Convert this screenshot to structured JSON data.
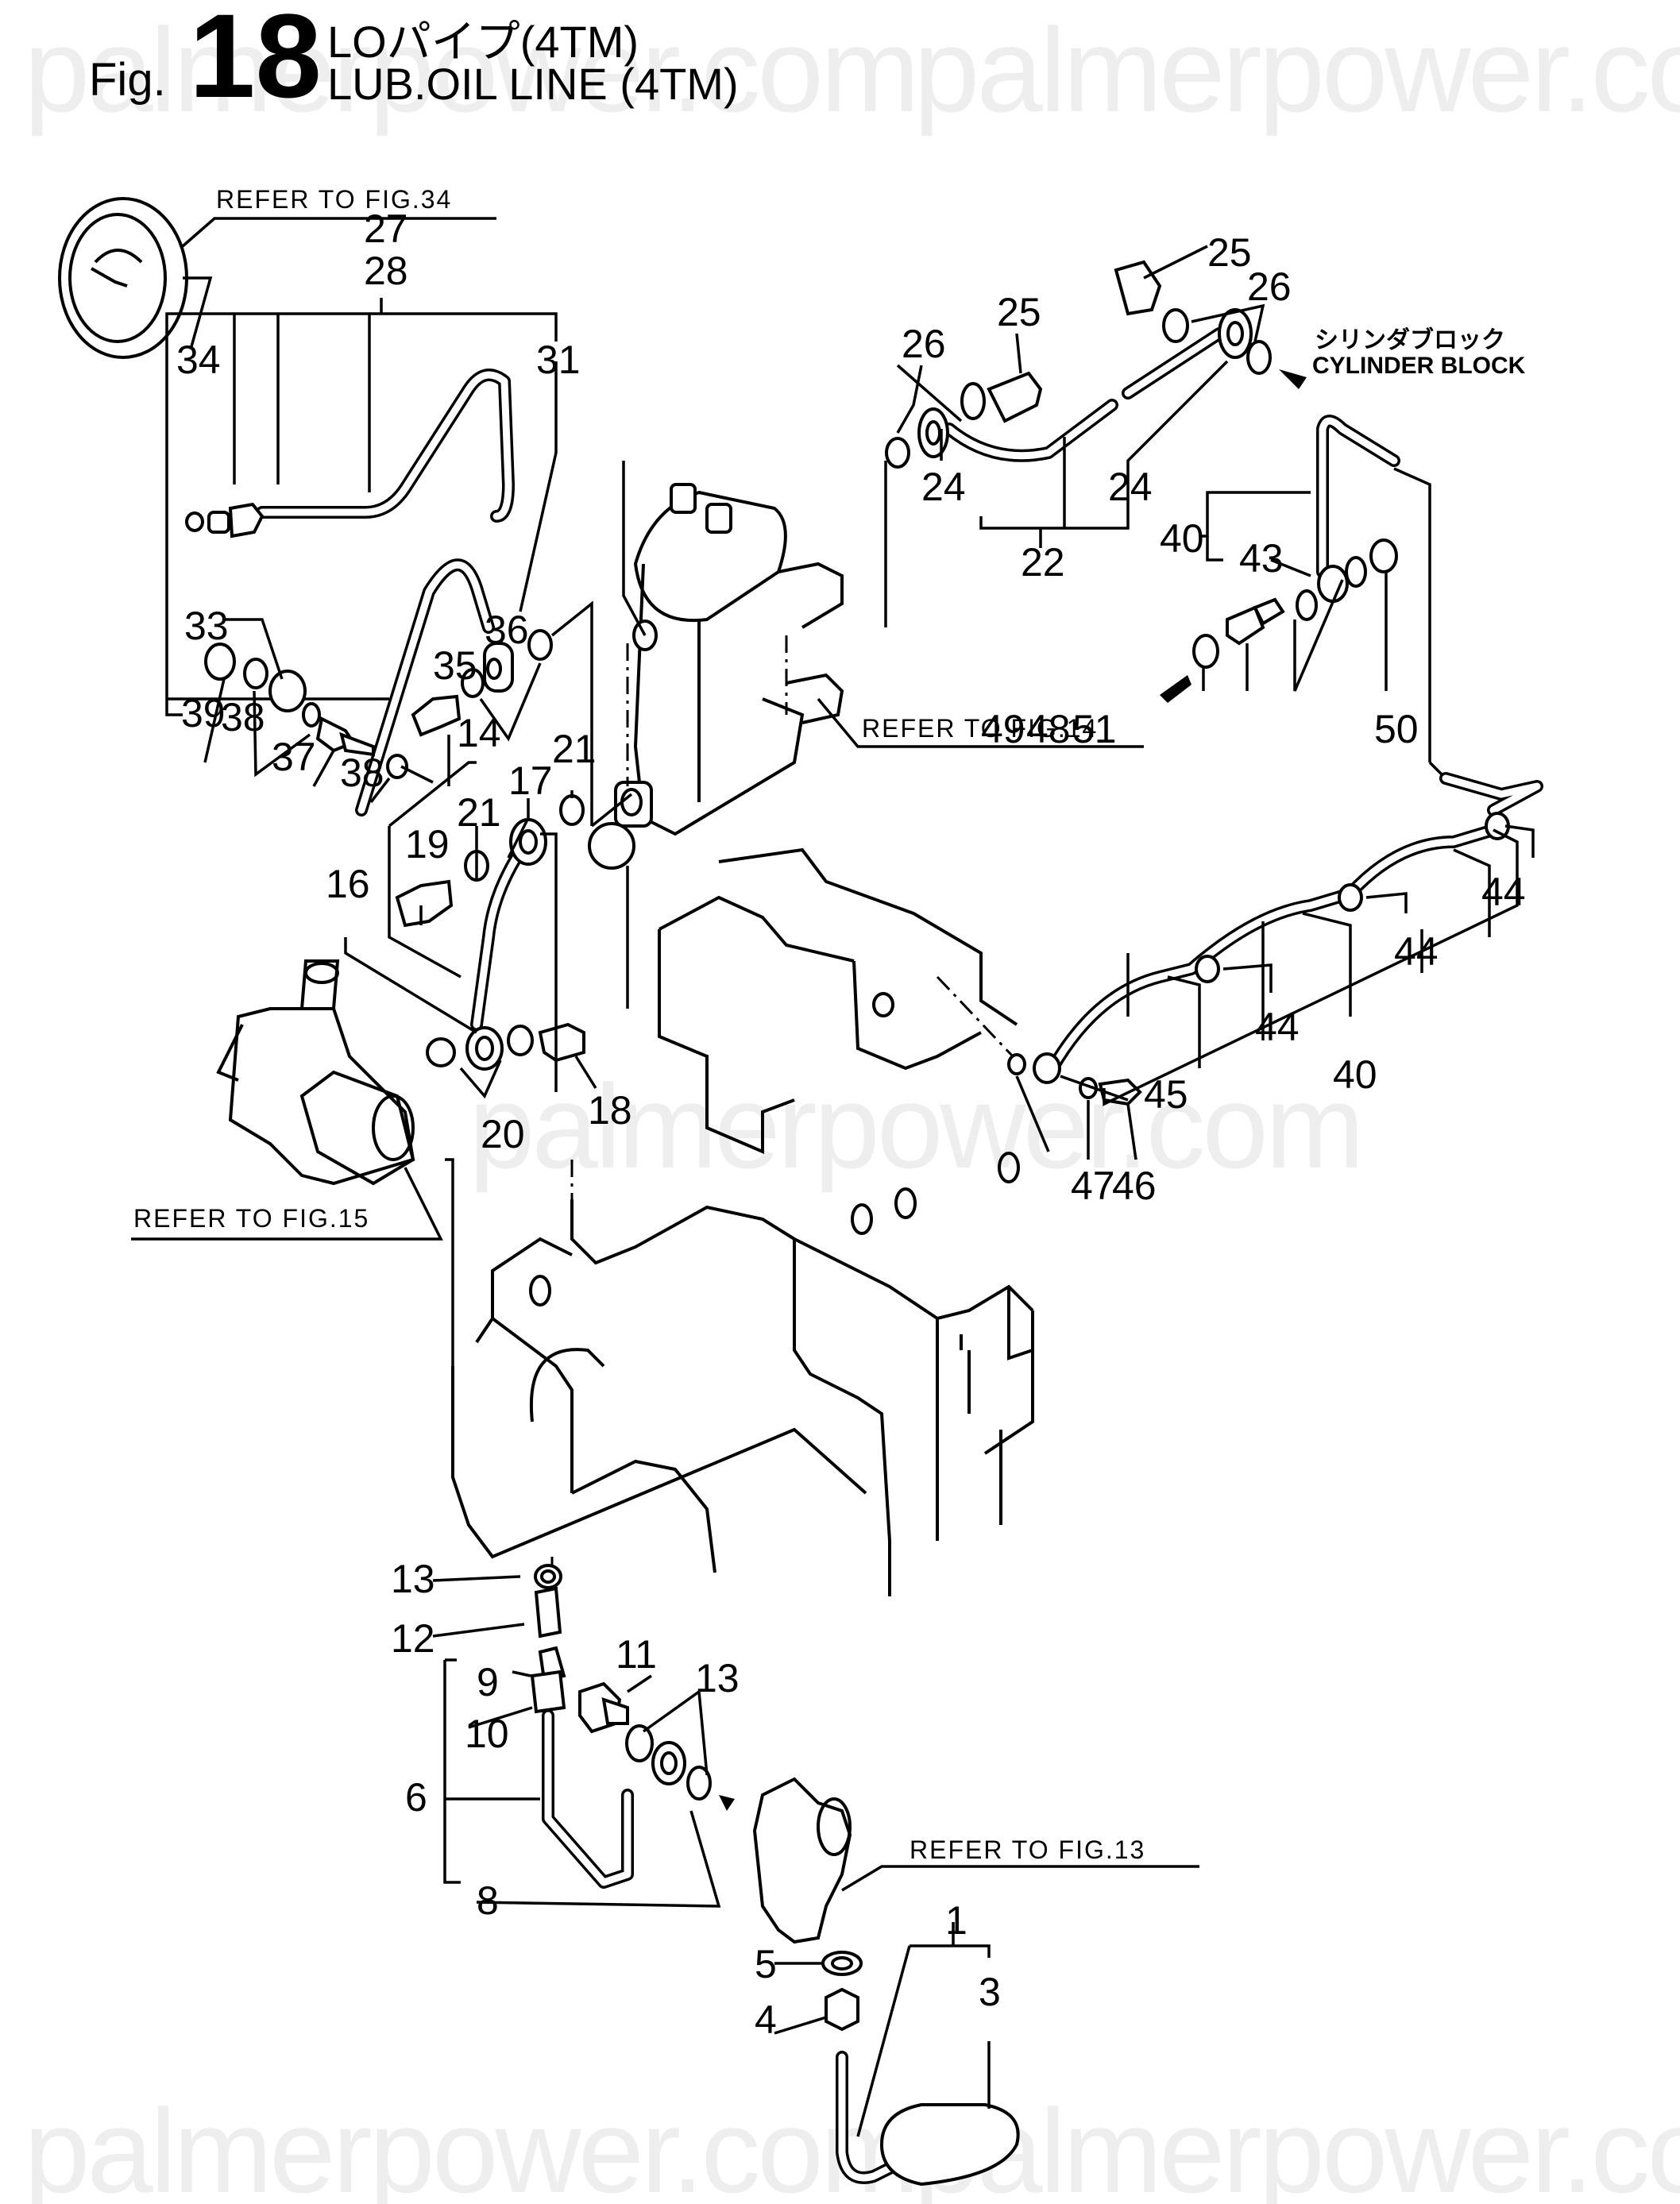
{
  "watermark": "palmerpower.com",
  "title": {
    "prefix": "Fig.",
    "number": "18",
    "line_jp": "LOパイプ(4TM)",
    "line_en": "LUB.OIL LINE (4TM)"
  },
  "references": {
    "fig34": "REFER TO FIG.34",
    "fig14": "REFER TO FIG.14",
    "fig15": "REFER TO FIG.15",
    "fig13": "REFER TO FIG.13"
  },
  "notes": {
    "cylinder_block_jp": "シリンダブロック",
    "cylinder_block_en": "CYLINDER BLOCK"
  },
  "callouts": [
    {
      "id": "c27",
      "text": "27"
    },
    {
      "id": "c28",
      "text": "28"
    },
    {
      "id": "c34",
      "text": "34"
    },
    {
      "id": "c31",
      "text": "31"
    },
    {
      "id": "c33",
      "text": "33"
    },
    {
      "id": "c35",
      "text": "35"
    },
    {
      "id": "c36",
      "text": "36"
    },
    {
      "id": "c39",
      "text": "39"
    },
    {
      "id": "c38a",
      "text": "38"
    },
    {
      "id": "c37",
      "text": "37"
    },
    {
      "id": "c38b",
      "text": "38"
    },
    {
      "id": "c14",
      "text": "14"
    },
    {
      "id": "c21a",
      "text": "21"
    },
    {
      "id": "c17",
      "text": "17"
    },
    {
      "id": "c21b",
      "text": "21"
    },
    {
      "id": "c19",
      "text": "19"
    },
    {
      "id": "c16",
      "text": "16"
    },
    {
      "id": "c20",
      "text": "20"
    },
    {
      "id": "c18",
      "text": "18"
    },
    {
      "id": "c25a",
      "text": "25"
    },
    {
      "id": "c26a",
      "text": "26"
    },
    {
      "id": "c25b",
      "text": "25"
    },
    {
      "id": "c26b",
      "text": "26"
    },
    {
      "id": "c24a",
      "text": "24"
    },
    {
      "id": "c24b",
      "text": "24"
    },
    {
      "id": "c22",
      "text": "22"
    },
    {
      "id": "c40a",
      "text": "40"
    },
    {
      "id": "c43",
      "text": "43"
    },
    {
      "id": "c49",
      "text": "49"
    },
    {
      "id": "c48",
      "text": "48"
    },
    {
      "id": "c51",
      "text": "51"
    },
    {
      "id": "c50",
      "text": "50"
    },
    {
      "id": "c44a",
      "text": "44"
    },
    {
      "id": "c44b",
      "text": "44"
    },
    {
      "id": "c44c",
      "text": "44"
    },
    {
      "id": "c40b",
      "text": "40"
    },
    {
      "id": "c45",
      "text": "45"
    },
    {
      "id": "c47",
      "text": "47"
    },
    {
      "id": "c46",
      "text": "46"
    },
    {
      "id": "c13a",
      "text": "13"
    },
    {
      "id": "c12",
      "text": "12"
    },
    {
      "id": "c9",
      "text": "9"
    },
    {
      "id": "c10",
      "text": "10"
    },
    {
      "id": "c11",
      "text": "11"
    },
    {
      "id": "c13b",
      "text": "13"
    },
    {
      "id": "c6",
      "text": "6"
    },
    {
      "id": "c8",
      "text": "8"
    },
    {
      "id": "c1",
      "text": "1"
    },
    {
      "id": "c3",
      "text": "3"
    },
    {
      "id": "c5",
      "text": "5"
    },
    {
      "id": "c4",
      "text": "4"
    }
  ]
}
